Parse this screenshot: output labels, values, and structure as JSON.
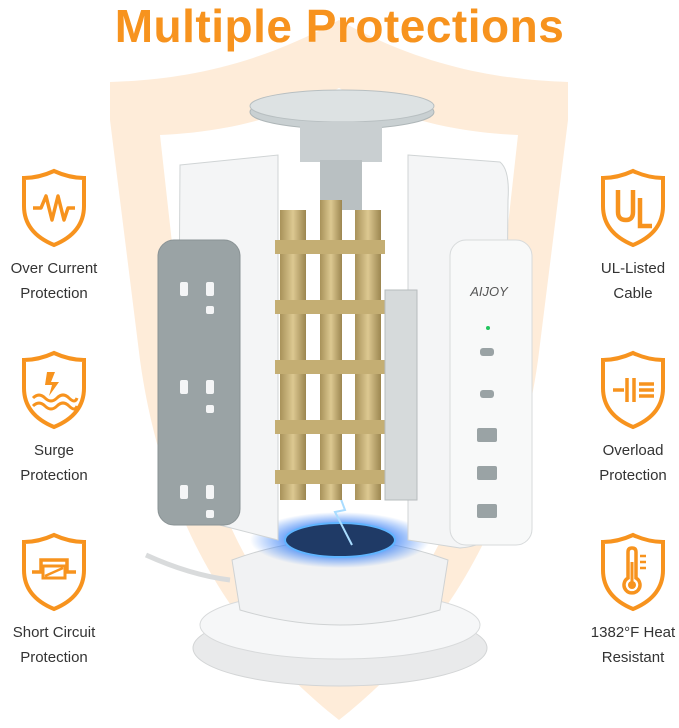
{
  "title": "Multiple Protections",
  "brand": "AIJOY",
  "colors": {
    "accent": "#f7931e",
    "shield_bg": "#fde6cc",
    "text": "#333333",
    "device_body": "#f4f5f6",
    "outlet_panel": "#9aa3a5",
    "busbar": "#c8b27a",
    "wireless_glow": "#3b82f6"
  },
  "features": [
    {
      "side": "left",
      "icon": "current-wave-icon",
      "label": "Over Current\nProtection"
    },
    {
      "side": "left",
      "icon": "surge-wave-icon",
      "label": "Surge\nProtection"
    },
    {
      "side": "left",
      "icon": "short-circuit-icon",
      "label": "Short Circuit\nProtection"
    },
    {
      "side": "right",
      "icon": "ul-listed-icon",
      "label": "UL-Listed\nCable"
    },
    {
      "side": "right",
      "icon": "overload-icon",
      "label": "Overload\nProtection"
    },
    {
      "side": "right",
      "icon": "thermometer-icon",
      "label": "1382°F Heat\nResistant"
    }
  ]
}
